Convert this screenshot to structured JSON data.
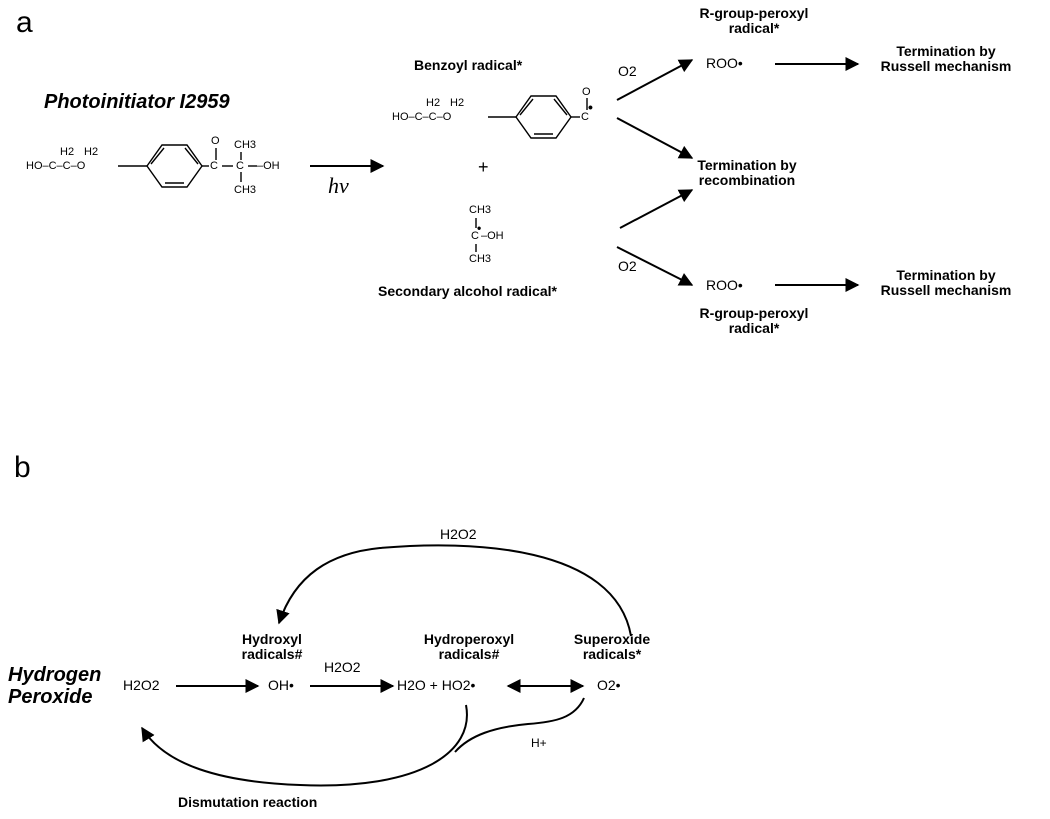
{
  "panel_a": {
    "label": "a",
    "photoinitiator_title": "Photoinitiator I2959",
    "photoinitiator_structure": {
      "left_group": "HO–C–C–O",
      "h2_1": "H2",
      "h2_2": "H2",
      "carbonyl_o": "O",
      "ch3_top": "CH3",
      "ch3_bottom": "CH3",
      "c_center": "C",
      "oh": "–OH"
    },
    "hv": "hν",
    "benzoyl_title": "Benzoyl radical*",
    "benzoyl_structure": {
      "left_group": "HO–C–C–O",
      "h2_1": "H2",
      "h2_2": "H2",
      "o": "O",
      "c": "C"
    },
    "plus": "+",
    "alcohol_structure": {
      "ch3_top": "CH3",
      "c": "C",
      "oh": "–OH",
      "ch3_bottom": "CH3"
    },
    "alcohol_title": "Secondary alcohol radical*",
    "o2_top": "O2",
    "o2_bottom": "O2",
    "roo_top": "ROO•",
    "roo_bottom": "ROO•",
    "peroxyl_top_line1": "R-group-peroxyl",
    "peroxyl_top_line2": "radical*",
    "peroxyl_bottom_line1": "R-group-peroxyl",
    "peroxyl_bottom_line2": "radical*",
    "termination_russell_top_line1": "Termination by",
    "termination_russell_top_line2": "Russell mechanism",
    "termination_recomb_line1": "Termination by",
    "termination_recomb_line2": "recombination",
    "termination_russell_bottom_line1": "Termination by",
    "termination_russell_bottom_line2": "Russell mechanism"
  },
  "panel_b": {
    "label": "b",
    "hydrogen_peroxide_line1": "Hydrogen",
    "hydrogen_peroxide_line2": "Peroxide",
    "h2o2_start": "H2O2",
    "oh_radical": "OH•",
    "h2o2_arrow_label": "H2O2",
    "h2o_plus_ho2": "H2O + HO2•",
    "o2_superoxide": "O2•",
    "h2o2_top_label": "H2O2",
    "hydroxyl_line1": "Hydroxyl",
    "hydroxyl_line2": "radicals#",
    "hydroperoxyl_line1": "Hydroperoxyl",
    "hydroperoxyl_line2": "radicals#",
    "superoxide_line1": "Superoxide",
    "superoxide_line2": "radicals*",
    "h_plus": "H+",
    "dismutation": "Dismutation reaction"
  }
}
